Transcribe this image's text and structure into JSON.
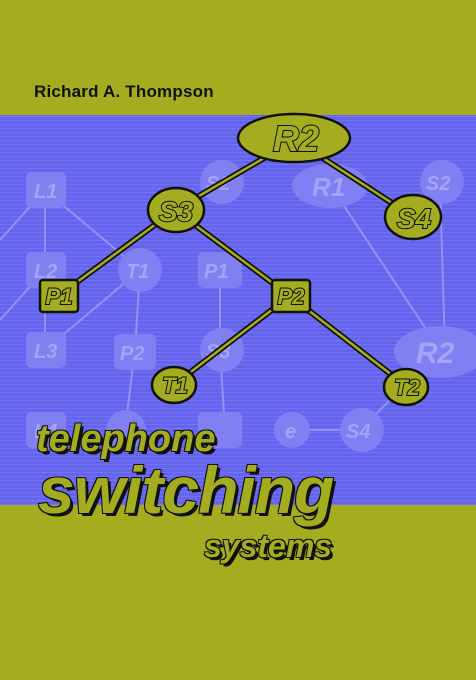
{
  "author": "Richard A. Thompson",
  "title": {
    "line1": "telephone",
    "line2": "switching",
    "line3": "systems"
  },
  "foreground_nodes": {
    "r2": "R2",
    "s3": "S3",
    "s4": "S4",
    "p1": "P1",
    "p2": "P2",
    "t1": "T1",
    "t2": "T2"
  },
  "background_nodes": {
    "l1": "L1",
    "l2": "L2",
    "l3": "L3",
    "l4": "L4",
    "t1": "T1",
    "p1": "P1",
    "p2": "P2",
    "s2_top": "S2",
    "s2_mid": "S2",
    "s4": "S4",
    "r1": "R1",
    "r2": "R2",
    "s3": "S3",
    "e": "e"
  },
  "colors": {
    "olive": "#a3ad1f",
    "blue": "#6464ee",
    "faded_node": "#8484f4",
    "ink": "#111111"
  }
}
